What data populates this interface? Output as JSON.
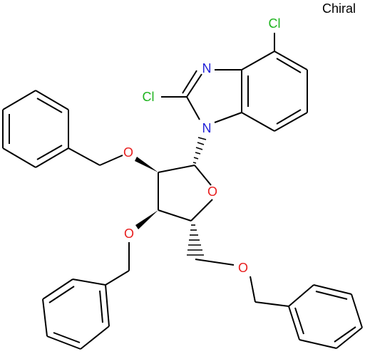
{
  "stereo_flag": "Chiral",
  "atom_labels": {
    "cl_ring": "Cl",
    "cl_imidazole": "Cl",
    "n_imine": "N",
    "n_glycosidic": "N",
    "o_ring": "O",
    "o_benzyloxy_2": "O",
    "o_benzyloxy_3": "O",
    "o_benzyloxy_5": "O"
  },
  "colors": {
    "bond": "#000000",
    "chlorine": "#1fb41f",
    "nitrogen": "#2424d8",
    "oxygen": "#e81e1e",
    "carbon_label": "#000000"
  }
}
